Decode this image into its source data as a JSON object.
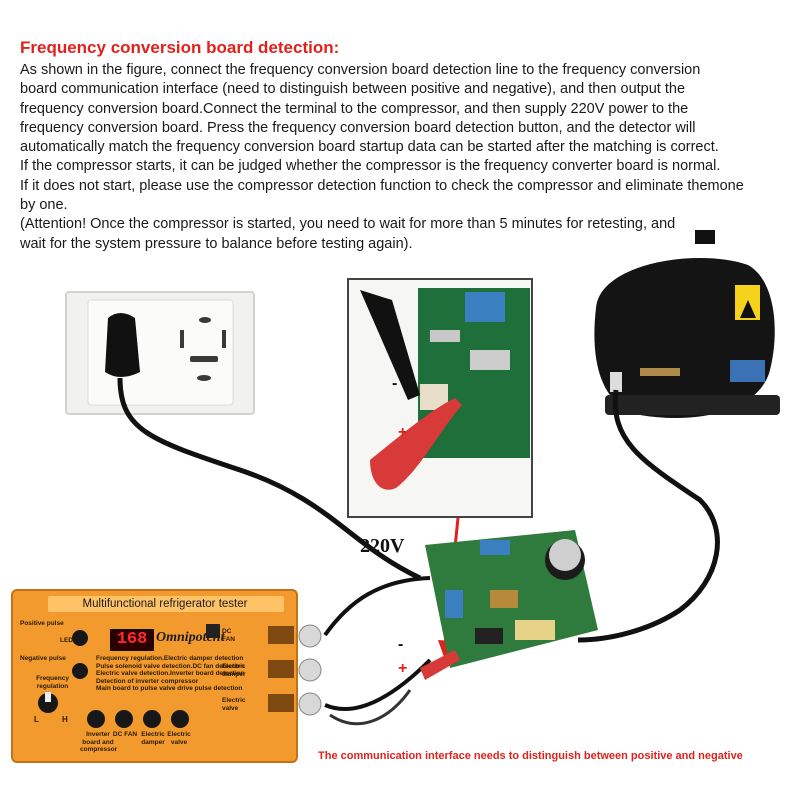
{
  "document": {
    "title": "Frequency conversion board detection:",
    "lines": [
      "As shown in the figure, connect the frequency conversion board detection line to the frequency conversion",
      "board communication interface (need to distinguish between positive and negative), and then output the",
      "frequency conversion board.Connect the terminal to the compressor, and then supply 220V power to the",
      "frequency conversion board. Press the frequency conversion board detection button, and the detector will",
      "automatically match the frequency conversion board startup data can be started after the matching is correct.",
      "If the compressor starts, it can be judged whether the compressor is the frequency converter board is normal.",
      "If it does not start, please use the compressor detection function to check the compressor and eliminate themone",
      "by one.",
      "(Attention! Once the compressor is started, you need to wait for more than 5 minutes for retesting, and",
      "wait for the system pressure to balance before testing again)."
    ]
  },
  "figure": {
    "voltage_label": "220V",
    "minus": "-",
    "plus": "+",
    "footer_note": "The communication interface needs to distinguish between positive and negative"
  },
  "tester": {
    "title": "Multifunctional refrigerator tester",
    "display": "168",
    "brand": "Omnipotent",
    "positive_pulse": "Positive pulse",
    "led": "LED",
    "negative_pulse": "Negative pulse",
    "freq_regulation": "Frequency regulation",
    "knob_l": "L",
    "knob_h": "H",
    "desc_lines": [
      "Frequency regulation.Electric damper detection",
      "Pulse solenoid valve detection.DC fan detection",
      "Electric valve detection.Inverter board detection",
      "Detection of inverter compressor",
      "Main board to pulse valve drive pulse detection"
    ],
    "button_labels": [
      "Inverter board and compressor",
      "DC FAN",
      "Electric damper",
      "Electric valve"
    ],
    "port_labels": [
      "DC FAN",
      "Electric damper",
      "Electric valve"
    ]
  },
  "colors": {
    "accent_red": "#e0211c",
    "tester_orange": "#f29a2e"
  }
}
